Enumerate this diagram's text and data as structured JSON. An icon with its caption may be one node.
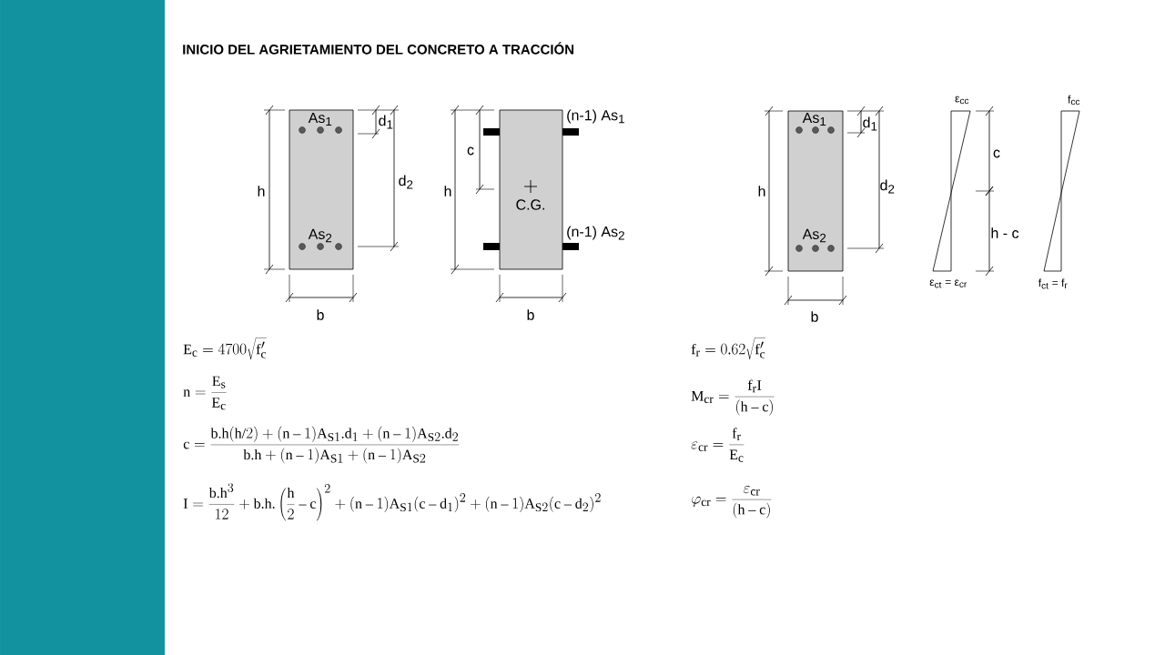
{
  "diagram": {
    "title": "INICIO DEL AGRIETAMIENTO DEL CONCRETO A TRACCIÓN",
    "labels": [
      "As$_{1}$",
      "As$_{2}$",
      "h",
      "d$_{1}$",
      "d$_{2}$",
      "b",
      "(n-1) As$_{1}$",
      "c",
      "h",
      "C.G.",
      "(n-1) As$_{2}$",
      "b",
      "As$_{1}$",
      "As$_{2}$",
      "h",
      "d$_{1}$",
      "d$_{2}$",
      "b",
      "ε$_{cc}$",
      "ε$_{ct}$ = ε$_{cr}$",
      "c",
      "h - c",
      "f$_{cc}$",
      "f$_{ct}$ = f$_{r}$",
      "E_c = 4700\\sqrt{f'_c}",
      "n = \\frac{E_s}{E_c}",
      "c = \\frac{b.h(h/2) + (n-1)A_{S1}.d_1 + (n-1)A_{S2}.d_2}{b.h + (n-1)A_{S1} + (n-1)A_{S2}}",
      "I = \\frac{b.h^3}{12} + b.h.\\left(\\frac{h}{2} - c\\right)^2 + (n-1)A_{S1}(c-d_1)^2 + (n-1)A_{S2}(c-d_2)^2",
      "f_r = 0.62\\sqrt{f'_c}",
      "M_{cr} = \\frac{f_r I}{(h-c)}",
      "\\varepsilon_{cr} = \\frac{f_r}{E_c}",
      "\\varphi_{cr} = \\frac{\\varepsilon_{cr}}{(h-c)}"
    ]
  }
}
